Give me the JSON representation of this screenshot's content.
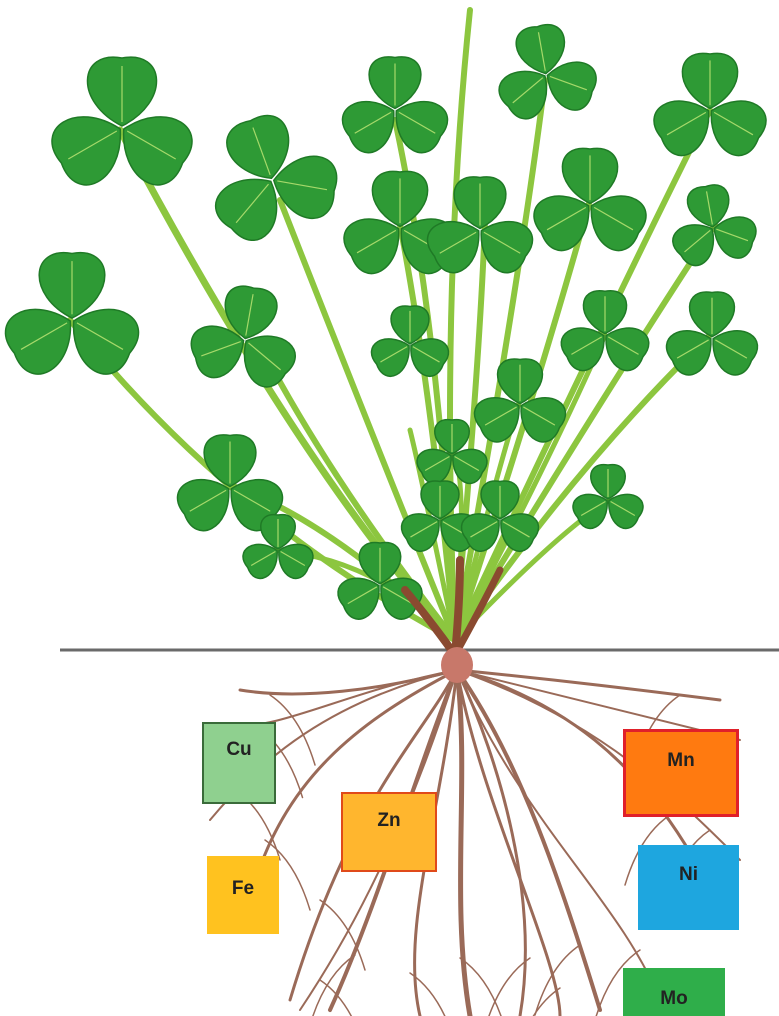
{
  "elements": [
    {
      "symbol": "Cu",
      "fill": "#8fd08f",
      "border": "#3a6b3a"
    },
    {
      "symbol": "Zn",
      "fill": "#ffb62e",
      "border": "#e04a1a"
    },
    {
      "symbol": "Fe",
      "fill": "#ffc21f",
      "border": "#ffc21f"
    },
    {
      "symbol": "Mn",
      "fill": "#ff7a10",
      "border": "#e0202a"
    },
    {
      "symbol": "Ni",
      "fill": "#1ea6df",
      "border": "#1ea6df"
    },
    {
      "symbol": "Mo",
      "fill": "#2fae4a",
      "border": "#2fae4a"
    }
  ],
  "colors": {
    "leaf": "#2e9a35",
    "leaf_dark": "#1f7a26",
    "leaf_vein": "#a6d96a",
    "stem": "#8cc63f",
    "trunk": "#8a4a30",
    "root": "#9a6a58",
    "root_crown": "#c8786a",
    "ground_line": "#6a6a6a"
  }
}
